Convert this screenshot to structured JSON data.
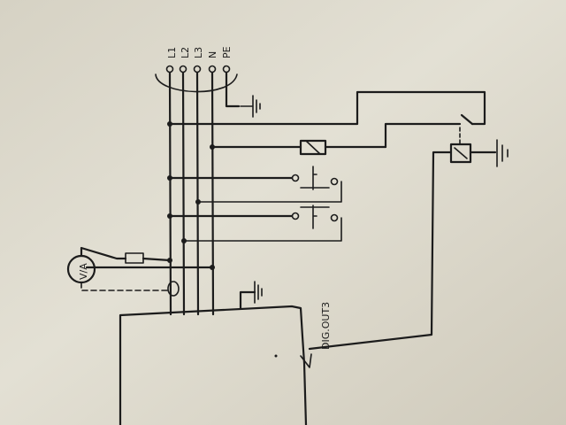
{
  "diagram": {
    "terminal_labels": [
      "L1",
      "L2",
      "L3",
      "N",
      "PE"
    ],
    "meter_label": "V/A",
    "output_label": "DIG.OUT3"
  }
}
